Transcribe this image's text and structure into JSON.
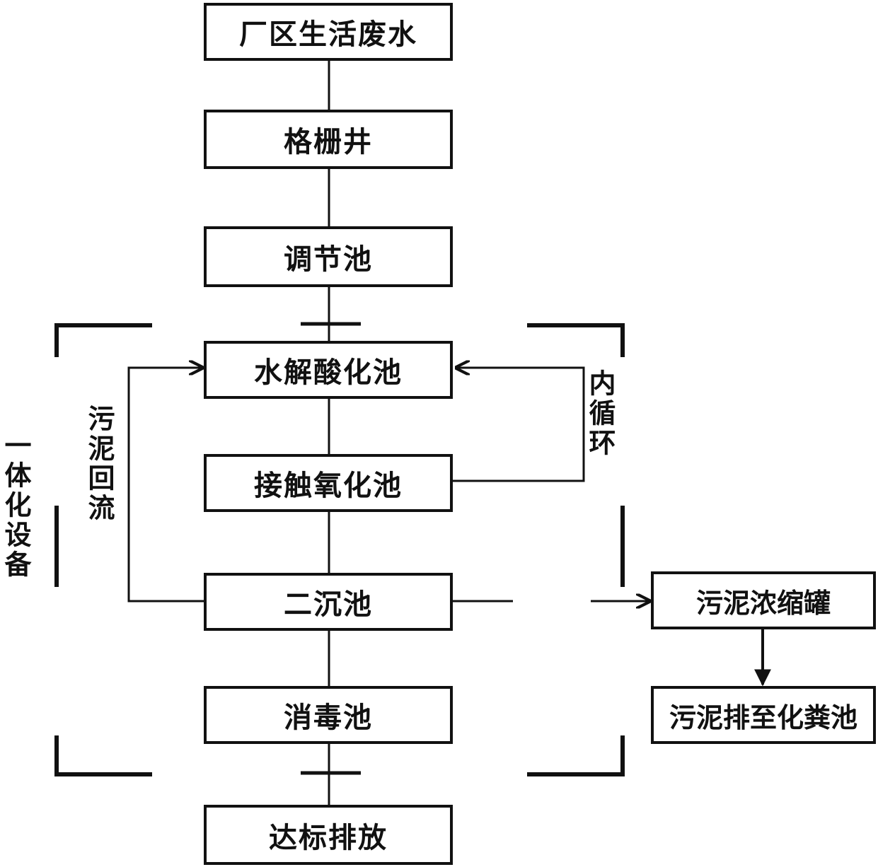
{
  "nodes": {
    "wastewater": "厂区生活废水",
    "grating_well": "格栅井",
    "regulating_tank": "调节池",
    "hydrolysis_tank": "水解酸化池",
    "contact_oxidation_tank": "接触氧化池",
    "secondary_clarifier": "二沉池",
    "disinfection_tank": "消毒池",
    "discharge": "达标排放",
    "sludge_thickener": "污泥浓缩罐",
    "sludge_to_septic": "污泥排至化粪池"
  },
  "labels": {
    "sludge_return": "污泥回流",
    "internal_circulation": "内循环",
    "integrated_equipment": "一体化设备"
  },
  "colors": {
    "line": "#111111",
    "background": "#ffffff"
  }
}
